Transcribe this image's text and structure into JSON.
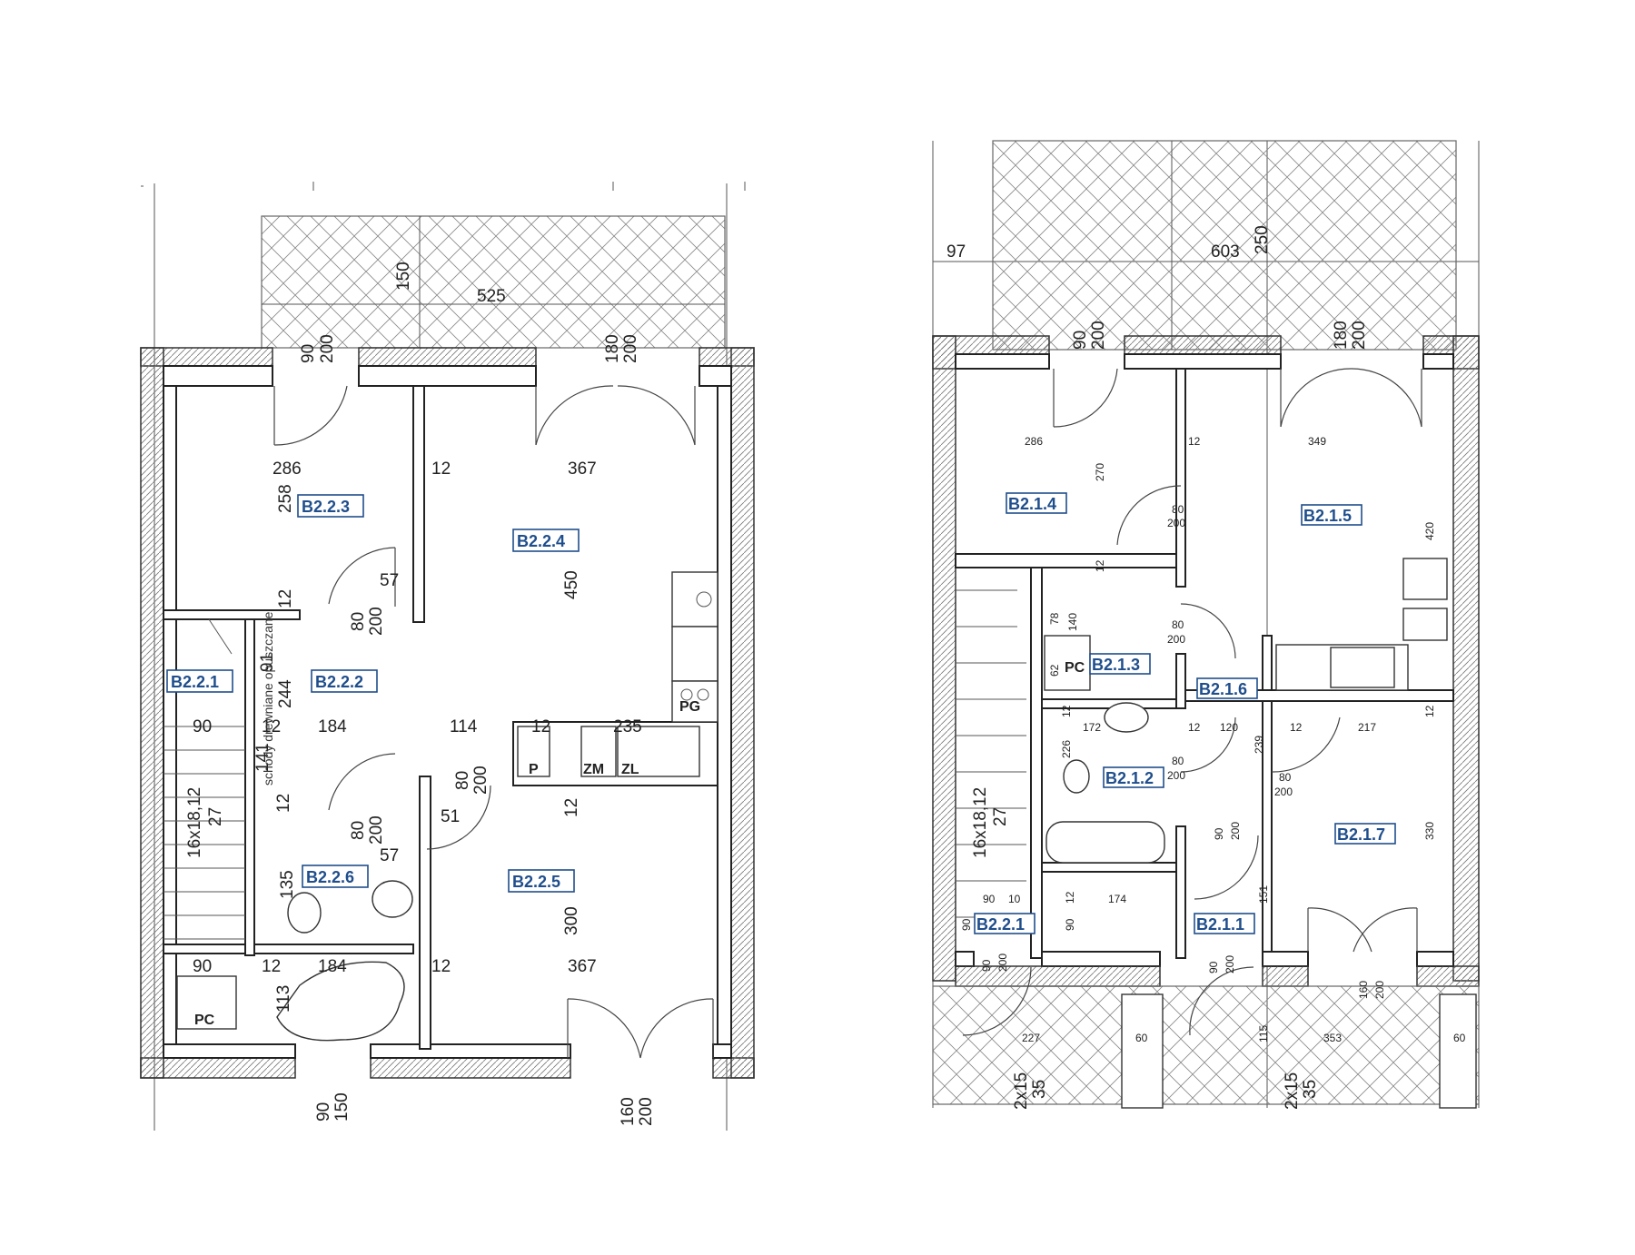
{
  "left_plan": {
    "rooms": [
      {
        "id": "B2.2.1"
      },
      {
        "id": "B2.2.2"
      },
      {
        "id": "B2.2.3"
      },
      {
        "id": "B2.2.4"
      },
      {
        "id": "B2.2.5"
      },
      {
        "id": "B2.2.6"
      }
    ],
    "dimensions": {
      "terrace_depth": "150",
      "terrace_width": "525",
      "door_top_1": "90",
      "door_top_1_h": "200",
      "door_top_2": "180",
      "door_top_2_h": "200",
      "w_286": "286",
      "w_12a": "12",
      "w_367a": "367",
      "h_258": "258",
      "h_12a": "12",
      "d_57a": "57",
      "door_80a": "80",
      "door_200a": "200",
      "h_450": "450",
      "h_91": "91",
      "h_244": "244",
      "w_90a": "90",
      "w_12b": "12",
      "w_184a": "184",
      "w_114": "114",
      "w_12c": "12",
      "w_235": "235",
      "h_141": "141",
      "h_12b": "12",
      "door_80b": "80",
      "door_200b": "200",
      "d_51": "51",
      "door_80c": "80",
      "door_200c": "200",
      "d_57b": "57",
      "h_12c": "12",
      "stairs_a": "16x18,12",
      "stairs_b": "27",
      "h_135": "135",
      "h_300": "300",
      "w_90b": "90",
      "w_12d": "12",
      "w_184b": "184",
      "w_12e": "12",
      "w_367b": "367",
      "h_113": "113",
      "win_bottom_1": "90",
      "win_bottom_1_h": "150",
      "door_bottom": "160",
      "door_bottom_h": "200"
    },
    "fixtures": {
      "pg": "PG",
      "p": "P",
      "zm": "ZM",
      "zl": "ZL",
      "pc": "PC"
    },
    "stairs_note": "schody drewniane opuszczane"
  },
  "right_plan": {
    "rooms": [
      {
        "id": "B2.1.1"
      },
      {
        "id": "B2.1.2"
      },
      {
        "id": "B2.1.3"
      },
      {
        "id": "B2.1.4"
      },
      {
        "id": "B2.1.5"
      },
      {
        "id": "B2.1.6"
      },
      {
        "id": "B2.1.7"
      },
      {
        "id": "B2.2.1"
      }
    ],
    "dimensions": {
      "w_97": "97",
      "w_603": "603",
      "h_250": "250",
      "door_top_1": "90",
      "door_top_1_h": "200",
      "door_top_2": "180",
      "door_top_2_h": "200",
      "w_286": "286",
      "w_12a": "12",
      "w_349": "349",
      "h_270": "270",
      "door_80a": "80",
      "door_200a": "200",
      "h_420": "420",
      "h_12a": "12",
      "h_78": "78",
      "h_140": "140",
      "h_62": "62",
      "door_80b": "80",
      "door_200b": "200",
      "w_172": "172",
      "w_12b": "12",
      "w_120": "120",
      "w_12c": "12",
      "w_217": "217",
      "h_12b": "12",
      "h_12c": "12",
      "h_226": "226",
      "h_239": "239",
      "door_80c": "80",
      "door_200c": "200",
      "door_80d": "80",
      "door_200d": "200",
      "door_90a": "90",
      "door_200e": "200",
      "stairs_a": "16x18,12",
      "stairs_b": "27",
      "h_330": "330",
      "w_90": "90",
      "w_10": "10",
      "h_12d": "12",
      "w_174": "174",
      "h_151": "151",
      "h_90a": "90",
      "h_90b": "90",
      "door_90b": "90",
      "door_200f": "200",
      "door_90c": "90",
      "door_200g": "200",
      "door_160": "160",
      "door_200h": "200",
      "w_227": "227",
      "w_60a": "60",
      "h_115": "115",
      "w_353": "353",
      "w_60b": "60",
      "steps_a": "2x15",
      "steps_b": "35",
      "steps_c": "2x15",
      "steps_d": "35"
    },
    "fixtures": {
      "pc": "PC"
    }
  }
}
